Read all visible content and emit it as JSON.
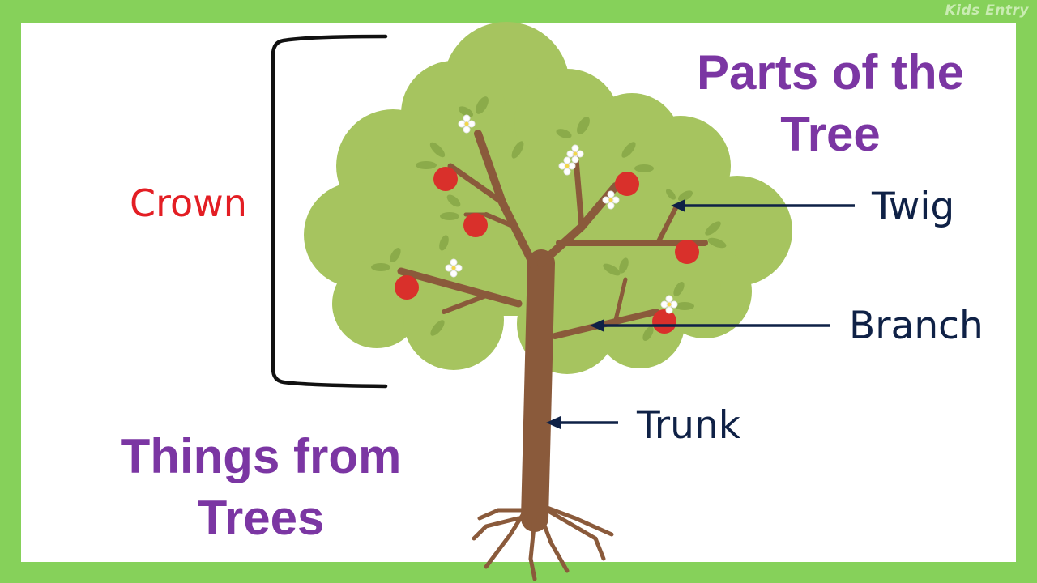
{
  "watermark": "Kids Entry",
  "title": "Parts of the Tree",
  "subtitle": "Things from Trees",
  "labels": {
    "crown": "Crown",
    "twig": "Twig",
    "branch": "Branch",
    "trunk": "Trunk"
  },
  "colors": {
    "background": "#86d15a",
    "title": "#7b36a3",
    "crown_label": "#e31e24",
    "part_labels": "#0f2146",
    "foliage": "#a6c45f",
    "wood": "#8a5a3b",
    "apple": "#d9302b"
  }
}
